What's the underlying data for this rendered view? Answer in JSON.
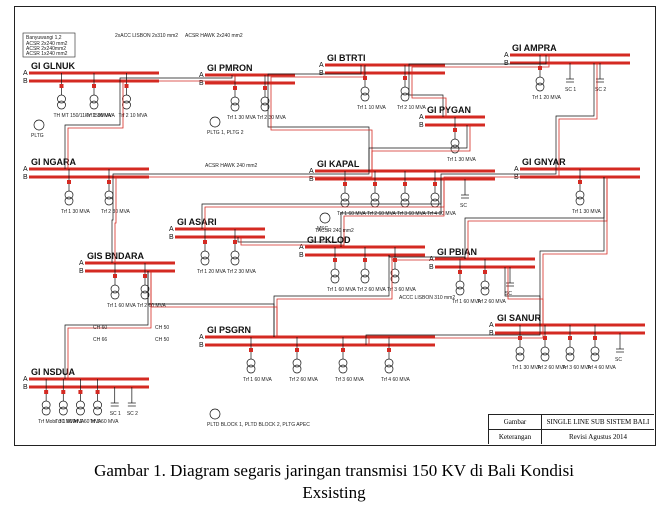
{
  "diagram": {
    "legend": [
      "Banyuwangi 1,2",
      "ACSR 2x240 mm2",
      "ACSR 2x240mm2",
      "ACSR 1x240 mm2"
    ],
    "substations": [
      {
        "id": "glnuk",
        "label": "GI GLNUK",
        "tx": [
          "TH MT 150/11kV 150MVA",
          "Trf 1 30 MVA",
          "Trf 2 10 MVA"
        ],
        "gen": "PLTG"
      },
      {
        "id": "pmron",
        "label": "GI PMRON",
        "tx": [
          "Trf 1 30 MVA",
          "Trf 2 30 MVA"
        ],
        "gen": "PLTG 1, PLTG 2"
      },
      {
        "id": "btrti",
        "label": "GI BTRTI",
        "tx": [
          "Trf 1 10 MVA",
          "Trf 2 10 MVA"
        ]
      },
      {
        "id": "ampra",
        "label": "GI AMPRA",
        "tx": [
          "Trf 1 20 MVA"
        ],
        "caps": [
          "SC 1",
          "SC 2"
        ]
      },
      {
        "id": "pygan",
        "label": "GI PYGAN",
        "tx": [
          "Trf 1 30 MVA"
        ]
      },
      {
        "id": "ngara",
        "label": "GI NGARA",
        "tx": [
          "Trf 1 30 MVA",
          "Trf 2 30 MVA"
        ]
      },
      {
        "id": "kapal",
        "label": "GI KAPAL",
        "tx": [
          "Trf 1 60 MVA",
          "Trf 2 60 MVA",
          "Trf 3 60 MVA",
          "Trf 4 60 MVA"
        ],
        "caps": [
          "SC"
        ],
        "gen": "MSC"
      },
      {
        "id": "gnyar",
        "label": "GI GNYAR",
        "tx": [
          "Trf 1 30 MVA"
        ]
      },
      {
        "id": "asari",
        "label": "GI ASARI",
        "tx": [
          "Trf 1 20 MVA",
          "Trf 2 30 MVA"
        ]
      },
      {
        "id": "pklod",
        "label": "GI PKLOD",
        "tx": [
          "Trf 1 60 MVA",
          "Trf 2 60 MVA",
          "Trf 3 60 MVA"
        ]
      },
      {
        "id": "pbian",
        "label": "GI PBIAN",
        "tx": [
          "Trf 1 60 MVA",
          "Trf 2 60 MVA"
        ],
        "caps": [
          "SC"
        ]
      },
      {
        "id": "bndara",
        "label": "GIS BNDARA",
        "tx": [
          "Trf 1 60 MVA",
          "Trf 2 60 MVA"
        ]
      },
      {
        "id": "psgrn",
        "label": "GI PSGRN",
        "tx": [
          "Trf 1 60 MVA",
          "Trf 2 60 MVA",
          "Trf 3 60 MVA",
          "Trf 4 60 MVA"
        ],
        "gen": "PLTD BLOCK 1, PLTD BLOCK 2, PLTG APEC"
      },
      {
        "id": "sanur",
        "label": "GI SANUR",
        "tx": [
          "Trf 1 30 MVA",
          "Trf 2 60 MVA",
          "Trf 3 60 MVA",
          "Trf 4 60 MVA"
        ],
        "caps": [
          "SC"
        ]
      },
      {
        "id": "nsdua",
        "label": "GI NSDUA",
        "tx": [
          "Trf Mobil 30 MVA",
          "Trf 1 60 MVA",
          "Trf 2 60 MVA",
          "Trf 3 60 MVA"
        ],
        "caps": [
          "SC 1",
          "SC 2"
        ]
      }
    ],
    "line_notes": [
      "2xACC LISBON 2x310 mm2",
      "ACSR HAWK 2x240 mm2",
      "ACSR HAWK 240 mm2",
      "TACSR 240 mm2",
      "ACCC LISBON 310 mm2"
    ],
    "ch_labels": [
      "CH 60",
      "CH 50",
      "CH 66",
      "CH 50"
    ]
  },
  "title_block": {
    "gambar_key": "Gambar",
    "gambar_value": "SINGLE LINE SUB SISTEM BALI",
    "keterangan_key": "Keterangan",
    "keterangan_value": "Revisi Agustus 2014"
  },
  "caption": {
    "line1": "Gambar 1. Diagram segaris jaringan transmisi 150 KV di Bali Kondisi",
    "line2": "Exsisting"
  }
}
